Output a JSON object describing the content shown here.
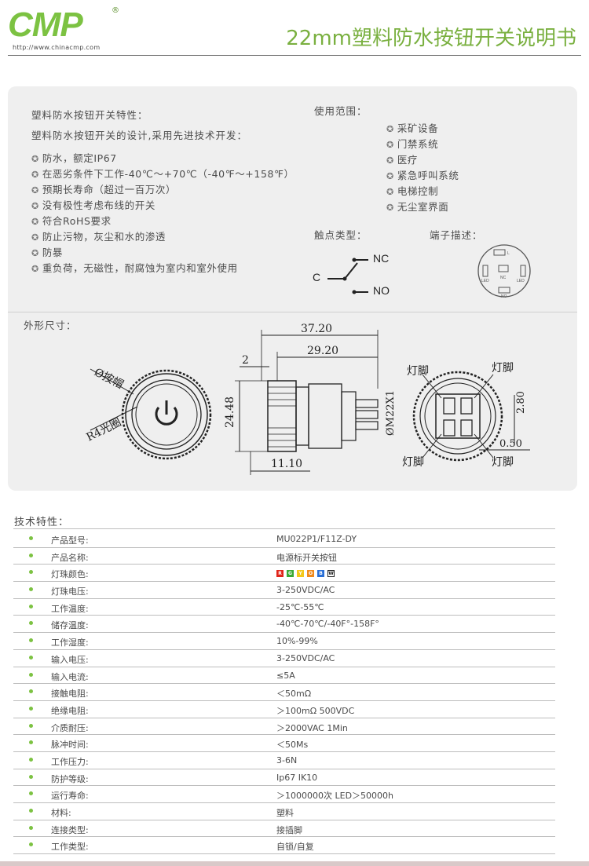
{
  "header": {
    "logo_text": "CMP",
    "logo_reg": "®",
    "logo_url": "http://www.chinacmp.com",
    "title": "22mm塑料防水按钮开关说明书"
  },
  "features": {
    "heading1": "塑料防水按钮开关特性：",
    "heading2": "塑料防水按钮开关的设计,采用先进技术开发：",
    "items": [
      "防水，额定IP67",
      "在恶劣条件下工作-40℃～+70℃（-40℉～+158℉）",
      "预期长寿命（超过一百万次）",
      "没有极性考虑布线的开关",
      "符合RoHS要求",
      "防止污物，灰尘和水的渗透",
      "防暴",
      "重负荷，无磁性，耐腐蚀为室内和室外使用"
    ]
  },
  "usage": {
    "heading": "使用范围：",
    "items": [
      "采矿设备",
      "门禁系统",
      "医疗",
      "紧急呼叫系统",
      "电梯控制",
      "无尘室界面"
    ]
  },
  "contact": {
    "label": "触点类型：",
    "nc": "NC",
    "c": "C",
    "no": "NO"
  },
  "terminal": {
    "label": "端子描述：",
    "pin_l": "L",
    "pin_nc": "NC",
    "pin_no": "NO",
    "pin_led_left": "LED",
    "pin_led_right": "LED"
  },
  "dimensions": {
    "label": "外形尺寸：",
    "button_cap": "Ø按帽",
    "light_ring": "R4光圈",
    "d_37_20": "37.20",
    "d_29_20": "29.20",
    "d_2": "2",
    "d_24_48": "24.48",
    "d_11_10": "11.10",
    "d_thread": "ØM22X1",
    "lamp_pin_1": "灯脚",
    "lamp_pin_2": "灯脚",
    "lamp_pin_3": "灯脚",
    "lamp_pin_4": "灯脚",
    "d_2_80": "2.80",
    "d_0_50": "0.50"
  },
  "spec": {
    "heading": "技术特性：",
    "colors": [
      {
        "letter": "R",
        "color": "#e0261b"
      },
      {
        "letter": "G",
        "color": "#3aa935"
      },
      {
        "letter": "Y",
        "color": "#f3c81b"
      },
      {
        "letter": "O",
        "color": "#f08a1c"
      },
      {
        "letter": "B",
        "color": "#2a6fd6"
      },
      {
        "letter": "W",
        "color": "#ffffff"
      }
    ],
    "rows": [
      {
        "k": "产品型号:",
        "v": "MU022P1/F11Z-DY"
      },
      {
        "k": "产品名称:",
        "v": "电源标开关按钮"
      },
      {
        "k": "灯珠颜色:",
        "v": ""
      },
      {
        "k": "灯珠电压:",
        "v": "3-250VDC/AC"
      },
      {
        "k": "工作温度:",
        "v": "-25℃-55℃"
      },
      {
        "k": "储存温度:",
        "v": "-40℃-70℃/-40F°-158F°"
      },
      {
        "k": "工作湿度:",
        "v": "10%-99%"
      },
      {
        "k": "输入电压:",
        "v": "3-250VDC/AC"
      },
      {
        "k": "输入电流:",
        "v": "≤5A"
      },
      {
        "k": "接触电阻:",
        "v": "＜50mΩ"
      },
      {
        "k": "绝缘电阻:",
        "v": "＞100mΩ   500VDC"
      },
      {
        "k": "介质耐压:",
        "v": "＞2000VAC  1Min"
      },
      {
        "k": "脉冲时间:",
        "v": "＜50Ms"
      },
      {
        "k": "工作压力:",
        "v": "3-6N"
      },
      {
        "k": "防护等级:",
        "v": "Ip67 IK10"
      },
      {
        "k": "运行寿命:",
        "v": "＞1000000次   LED＞50000h"
      },
      {
        "k": "材料:",
        "v": "塑料"
      },
      {
        "k": "连接类型:",
        "v": "接插脚"
      },
      {
        "k": "工作类型:",
        "v": "自锁/自复"
      }
    ]
  }
}
